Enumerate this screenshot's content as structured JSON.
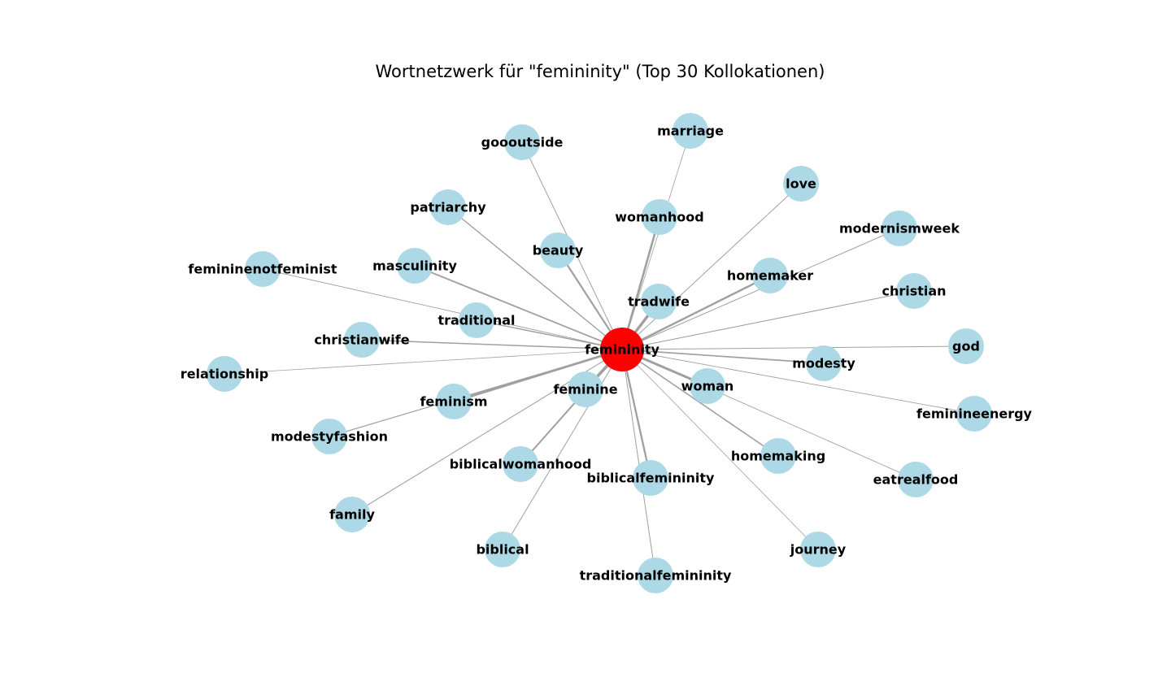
{
  "title": "Wortnetzwerk für \"femininity\" (Top 30 Kollokationen)",
  "colors": {
    "center_node": "#ff0000",
    "node": "#add8e6",
    "edge": "#a0a0a0",
    "label": "#000000"
  },
  "network": {
    "center": "femininity",
    "nodes": [
      "goooutside",
      "marriage",
      "love",
      "patriarchy",
      "womanhood",
      "modernismweek",
      "beauty",
      "femininenotfeminist",
      "masculinity",
      "homemaker",
      "christian",
      "tradwife",
      "traditional",
      "christianwife",
      "god",
      "modesty",
      "relationship",
      "woman",
      "feminine",
      "feminism",
      "feminineenergy",
      "modestyfashion",
      "homemaking",
      "biblicalwomanhood",
      "biblicalfemininity",
      "eatrealfood",
      "family",
      "biblical",
      "journey",
      "traditionalfemininity"
    ]
  }
}
